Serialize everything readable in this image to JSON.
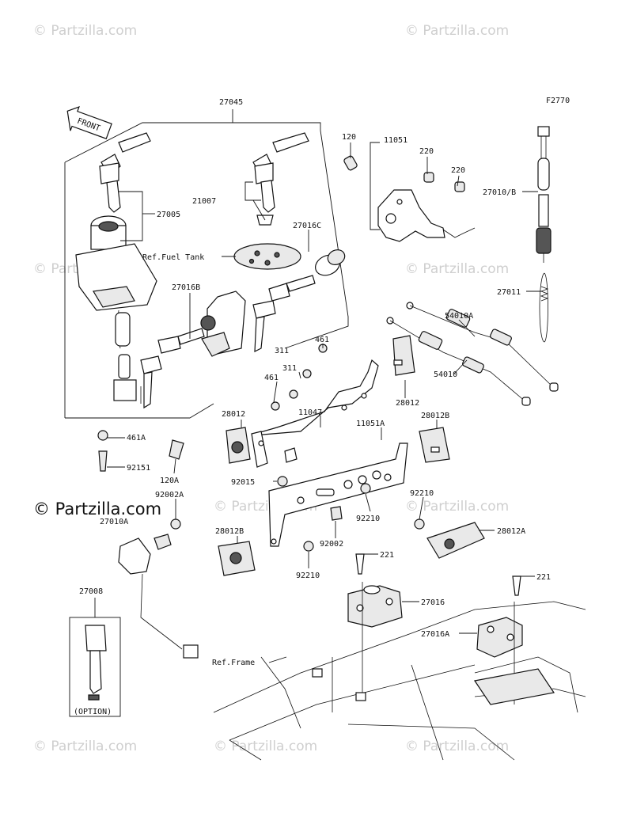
{
  "figure_code": "F2770",
  "front_label": "FRONT",
  "watermarks": [
    "© Partzilla.com",
    "© Partzilla.com",
    "© Partzilla.com",
    "© Partzilla.com",
    "© Partzilla.com",
    "© Partzilla.com",
    "© Partzilla.com",
    "© Partzilla.com",
    "© Partzilla.com"
  ],
  "watermark_main": "© Partzilla.com",
  "callouts": [
    "27045",
    "21007",
    "27005",
    "27016C",
    "Ref.Fuel Tank",
    "27016B",
    "120",
    "11051",
    "220",
    "220",
    "27010/B",
    "27011",
    "54010A",
    "54010",
    "461",
    "311",
    "311",
    "461",
    "28012",
    "28012",
    "11047",
    "28012B",
    "11051A",
    "461A",
    "92151",
    "120A",
    "92015",
    "92210",
    "92002A",
    "27010A",
    "28012B",
    "92002",
    "92210",
    "28012A",
    "221",
    "221",
    "92210",
    "27016",
    "27016A",
    "27008",
    "(OPTION)",
    "Ref.Frame"
  ]
}
